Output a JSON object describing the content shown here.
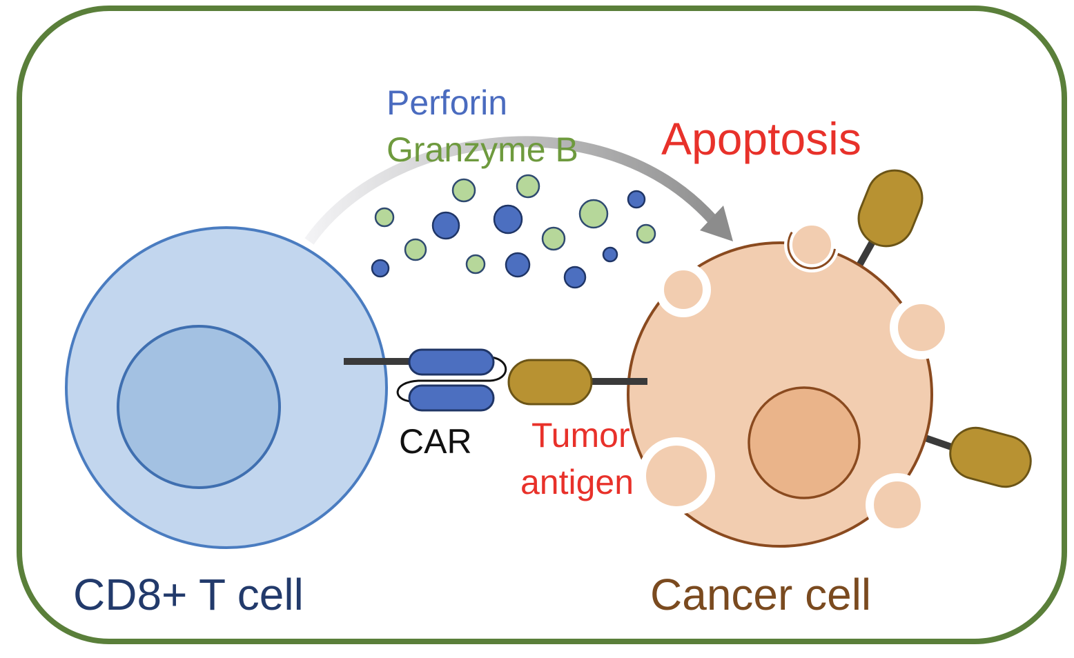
{
  "labels": {
    "perforin": "Perforin",
    "granzyme": "Granzyme B",
    "apoptosis": "Apoptosis",
    "car": "CAR",
    "tumor_line1": "Tumor",
    "tumor_line2": "antigen",
    "t_cell": "CD8+ T cell",
    "cancer_cell": "Cancer cell"
  },
  "colors": {
    "frame": "#5a7f3a",
    "perforin": "#4a6bbf",
    "granzyme": "#6e9a3e",
    "apoptosis": "#e8312a",
    "tumor_antigen": "#e8312a",
    "car_text": "#111111",
    "t_cell_text": "#223a6b",
    "cancer_text": "#7a4a1f",
    "t_cell_fill": "#c2d6ee",
    "t_cell_nucleus": "#a3c1e2",
    "t_cell_stroke": "#4a7cc0",
    "cancer_fill": "#f2cdb0",
    "cancer_nucleus": "#eab48a",
    "cancer_stroke": "#8a4a1f",
    "antigen_fill": "#b89232",
    "receptor_fill": "#4c6fc0"
  }
}
